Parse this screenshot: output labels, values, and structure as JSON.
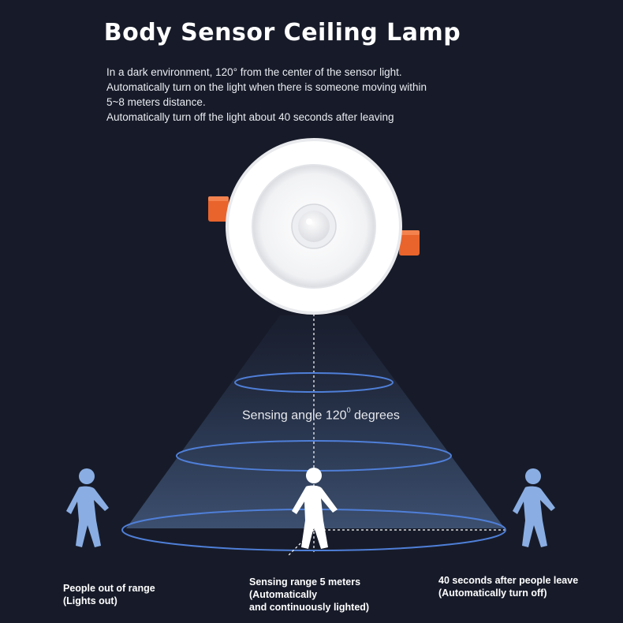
{
  "title": "Body Sensor Ceiling Lamp",
  "description": [
    "In a dark environment, 120° from the center of the sensor light.",
    " Automatically turn on the light when there is someone moving within",
    "5~8 meters distance.",
    "Automatically turn off the light about 40 seconds after leaving"
  ],
  "angle_label": {
    "prefix": "Sensing angle 120",
    "superscript": "0",
    "suffix": " degrees"
  },
  "captions": {
    "left": [
      "People out of range",
      "(Lights out)"
    ],
    "middle": [
      "Sensing range 5 meters",
      "(Automatically",
      "and continuously lighted)"
    ],
    "right": [
      "40 seconds after people leave",
      "(Automatically turn off)"
    ]
  },
  "colors": {
    "background": "#171b29",
    "ring": "#4f7fd8",
    "person_out": "#8aaee3",
    "person_in": "#ffffff",
    "clip": "#e8642c"
  }
}
